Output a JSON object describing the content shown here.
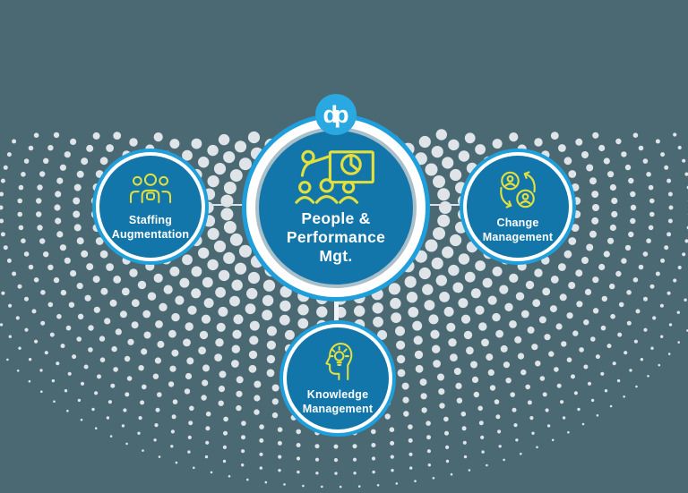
{
  "logo": {
    "text": "dp"
  },
  "nodes": {
    "center": {
      "lines": [
        "People &",
        "Performance",
        "Mgt."
      ],
      "icon": "presentation-pie-chart"
    },
    "left": {
      "lines": [
        "Staffing",
        "Augmentation"
      ],
      "icon": "team-group"
    },
    "right": {
      "lines": [
        "Change",
        "Management"
      ],
      "icon": "users-cycle-arrows"
    },
    "bottom": {
      "lines": [
        "Knowledge",
        "Management"
      ],
      "icon": "head-lightbulb"
    }
  },
  "colors": {
    "background": "#4b6973",
    "node_fill": "#1276aa",
    "ring_accent": "#1f9edc",
    "ring_white": "#ffffff",
    "ring_gray": "#a9bfca",
    "icon_stroke": "#e3e03d",
    "logo_fill": "#2aa8e1",
    "logo_text": "#ffffff",
    "label_text": "#ffffff",
    "dot_color": "#e9eef0",
    "connector": "#dce3e6"
  }
}
